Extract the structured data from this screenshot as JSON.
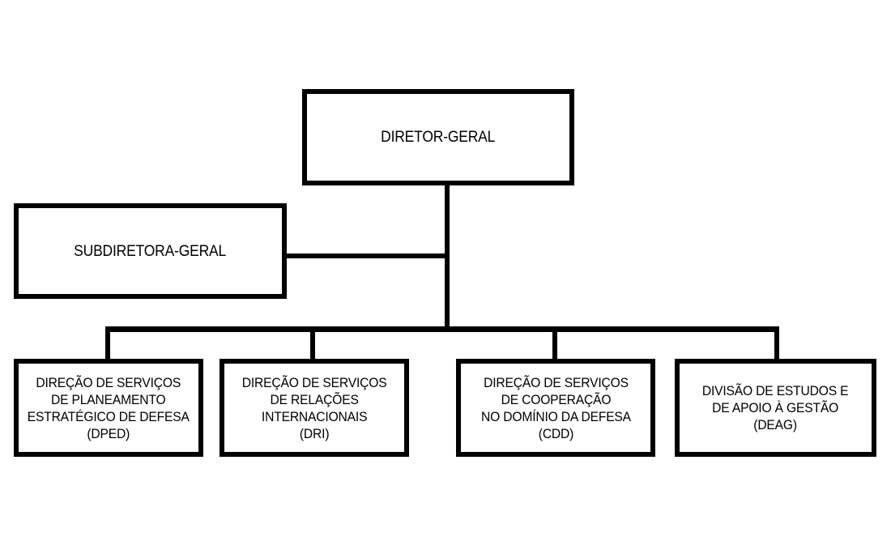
{
  "org_chart": {
    "director": "DIRETOR-GERAL",
    "deputy": "SUBDIRETORA-GERAL",
    "units": [
      "DIREÇÃO DE SERVIÇOS\nDE PLANEAMENTO\nESTRATÉGICO DE DEFESA\n(DPED)",
      "DIREÇÃO DE SERVIÇOS\nDE RELAÇÕES\nINTERNACIONAIS\n(DRI)",
      "DIREÇÃO DE SERVIÇOS\nDE COOPERAÇÃO\nNO DOMÍNIO DA DEFESA\n(CDD)",
      "DIVISÃO DE ESTUDOS E\nDE APOIO À GESTÃO\n(DEAG)"
    ]
  }
}
